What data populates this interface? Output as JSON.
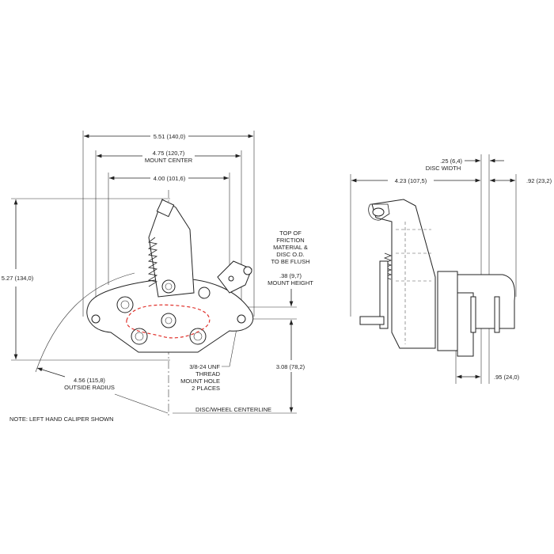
{
  "left_view": {
    "dim_overall_width": "5.51 (140,0)",
    "dim_mount_center": "4.75 (120,7)",
    "dim_mount_center_label": "MOUNT CENTER",
    "dim_inner_width": "4.00 (101,6)",
    "dim_height": "5.27 (134,0)",
    "flush_note": [
      "TOP OF",
      "FRICTION",
      "MATERIAL &",
      "DISC O.D.",
      "TO BE FLUSH"
    ],
    "dim_mount_height": ".38 (9,7)",
    "dim_mount_height_label": "MOUNT HEIGHT",
    "dim_centerline_height": "3.08 (78,2)",
    "thread_note": [
      "3/8-24 UNF",
      "THREAD",
      "MOUNT HOLE",
      "2 PLACES"
    ],
    "dim_radius": "4.56 (115,8)",
    "dim_radius_label": "OUTSIDE RADIUS",
    "centerline_label": "DISC/WHEEL CENTERLINE",
    "note": "NOTE: LEFT HAND CALIPER SHOWN"
  },
  "right_view": {
    "dim_disc_width": ".25 (6,4)",
    "dim_disc_width_label": "DISC WIDTH",
    "dim_length": "4.23 (107,5)",
    "dim_offset": ".92 (23,2)",
    "dim_pad_offset": ".95 (24,0)"
  },
  "colors": {
    "line": "#222222",
    "disc_outline": "#e0302a"
  }
}
